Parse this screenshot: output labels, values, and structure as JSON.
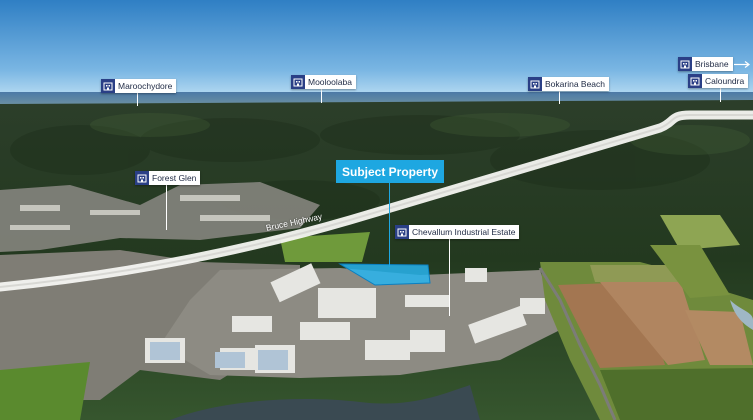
{
  "image": {
    "description_labels": {
      "subject": "Subject Property",
      "highway": "Bruce Highway"
    }
  },
  "callouts": [
    {
      "label": "Maroochydore",
      "icon": "building-icon"
    },
    {
      "label": "Mooloolaba",
      "icon": "building-icon"
    },
    {
      "label": "Bokarina Beach",
      "icon": "building-icon"
    },
    {
      "label": "Brisbane",
      "icon": "building-icon"
    },
    {
      "label": "Caloundra",
      "icon": "building-icon"
    },
    {
      "label": "Forest Glen",
      "icon": "building-icon"
    },
    {
      "label": "Chevallum Industrial Estate",
      "icon": "building-icon"
    }
  ],
  "colors": {
    "subject_accent": "#1ea7e1",
    "icon_badge": "#2a3f86"
  }
}
